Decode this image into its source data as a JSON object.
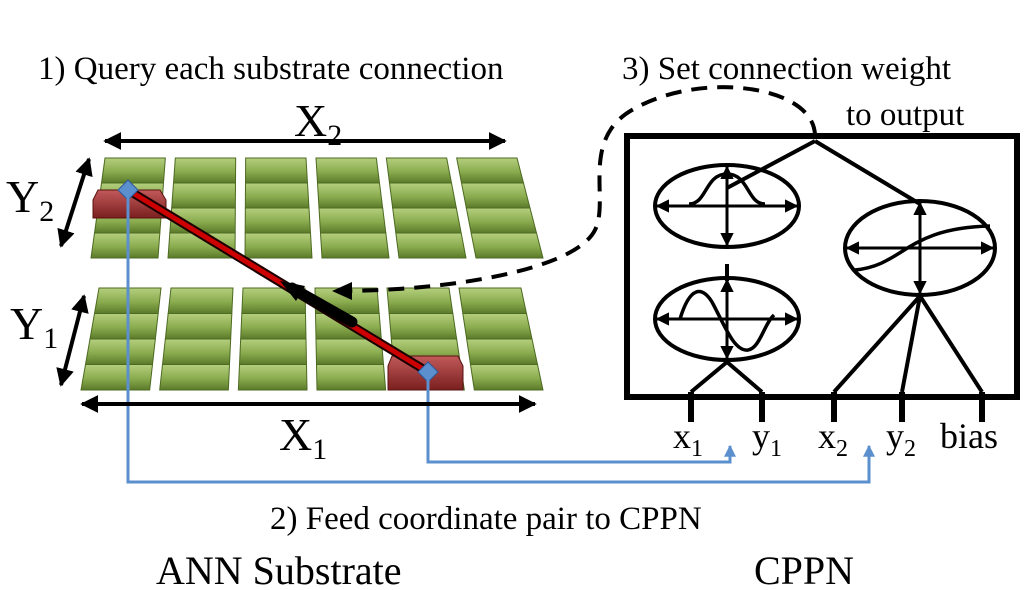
{
  "steps": {
    "step1": "1) Query each substrate connection",
    "step2": "2) Feed coordinate pair to CPPN",
    "step3_line1": "3) Set connection weight",
    "step3_line2": "to output"
  },
  "substrate": {
    "title": "ANN Substrate",
    "top_layer_x_label": "X",
    "top_layer_x_sub": "2",
    "top_layer_y_label": "Y",
    "top_layer_y_sub": "2",
    "bottom_layer_x_label": "X",
    "bottom_layer_x_sub": "1",
    "bottom_layer_y_label": "Y",
    "bottom_layer_y_sub": "1",
    "grid_rows": 4,
    "grid_cols": 6,
    "colors": {
      "node": "#8aab4e",
      "node_dark": "#5b7a2a",
      "selected": "#9b2d2d",
      "connection": "#cc0000",
      "feed_line": "#5b8fce"
    }
  },
  "cppn": {
    "title": "CPPN",
    "inputs": [
      {
        "label": "x",
        "sub": "1"
      },
      {
        "label": "y",
        "sub": "1"
      },
      {
        "label": "x",
        "sub": "2"
      },
      {
        "label": "y",
        "sub": "2"
      },
      {
        "label": "bias",
        "sub": ""
      }
    ],
    "nodes": [
      "gaussian-icon",
      "sine-icon",
      "sigmoid-icon"
    ]
  }
}
